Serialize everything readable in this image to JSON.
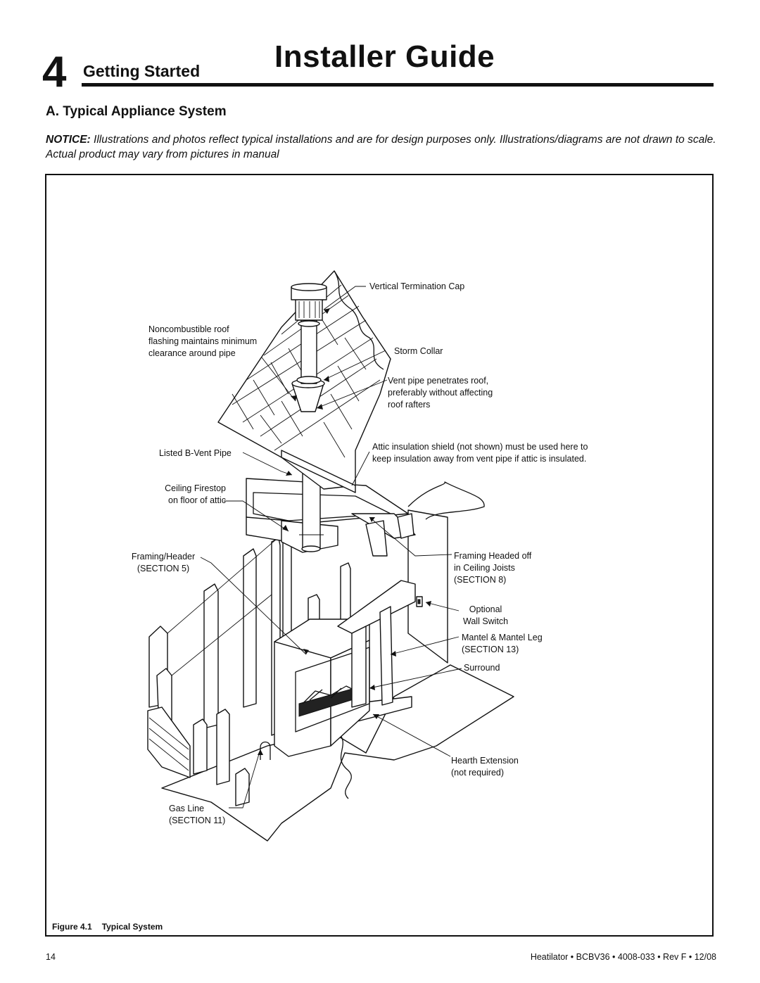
{
  "header": {
    "chapter_number": "4",
    "chapter_title": "Getting Started",
    "guide_title": "Installer Guide"
  },
  "section_heading": "A. Typical Appliance System",
  "notice": {
    "label": "NOTICE:",
    "text": "Illustrations and photos reflect typical installations and are for design purposes only. Illustrations/diagrams are not drawn to scale. Actual product may vary from pictures in manual"
  },
  "figure": {
    "labels": {
      "termination_cap": "Vertical Termination Cap",
      "roof_flashing": "Noncombustible roof\nflashing maintains minimum\nclearance around pipe",
      "storm_collar": "Storm Collar",
      "vent_pipe": "Vent pipe penetrates roof,\npreferably without affecting\nroof rafters",
      "bvent_pipe": "Listed B-Vent Pipe",
      "attic_shield": "Attic insulation shield (not shown) must be used here to\nkeep insulation away from vent pipe if attic is insulated.",
      "ceiling_firestop": "Ceiling Firestop\non floor of attic",
      "framing_header": "Framing/Header\n(SECTION 5)",
      "framing_headed_off": "Framing Headed off\nin Ceiling Joists\n(SECTION 8)",
      "wall_switch": "Optional\nWall Switch",
      "mantel": "Mantel & Mantel Leg\n(SECTION 13)",
      "surround": "Surround",
      "hearth_extension": "Hearth Extension\n(not required)",
      "gas_line": "Gas Line\n(SECTION 11)"
    },
    "caption_number": "Figure 4.1",
    "caption_title": "Typical System"
  },
  "footer": {
    "page_number": "14",
    "text": "Heatilator  •  BCBV36  •  4008-033 • Rev F  •  12/08"
  }
}
